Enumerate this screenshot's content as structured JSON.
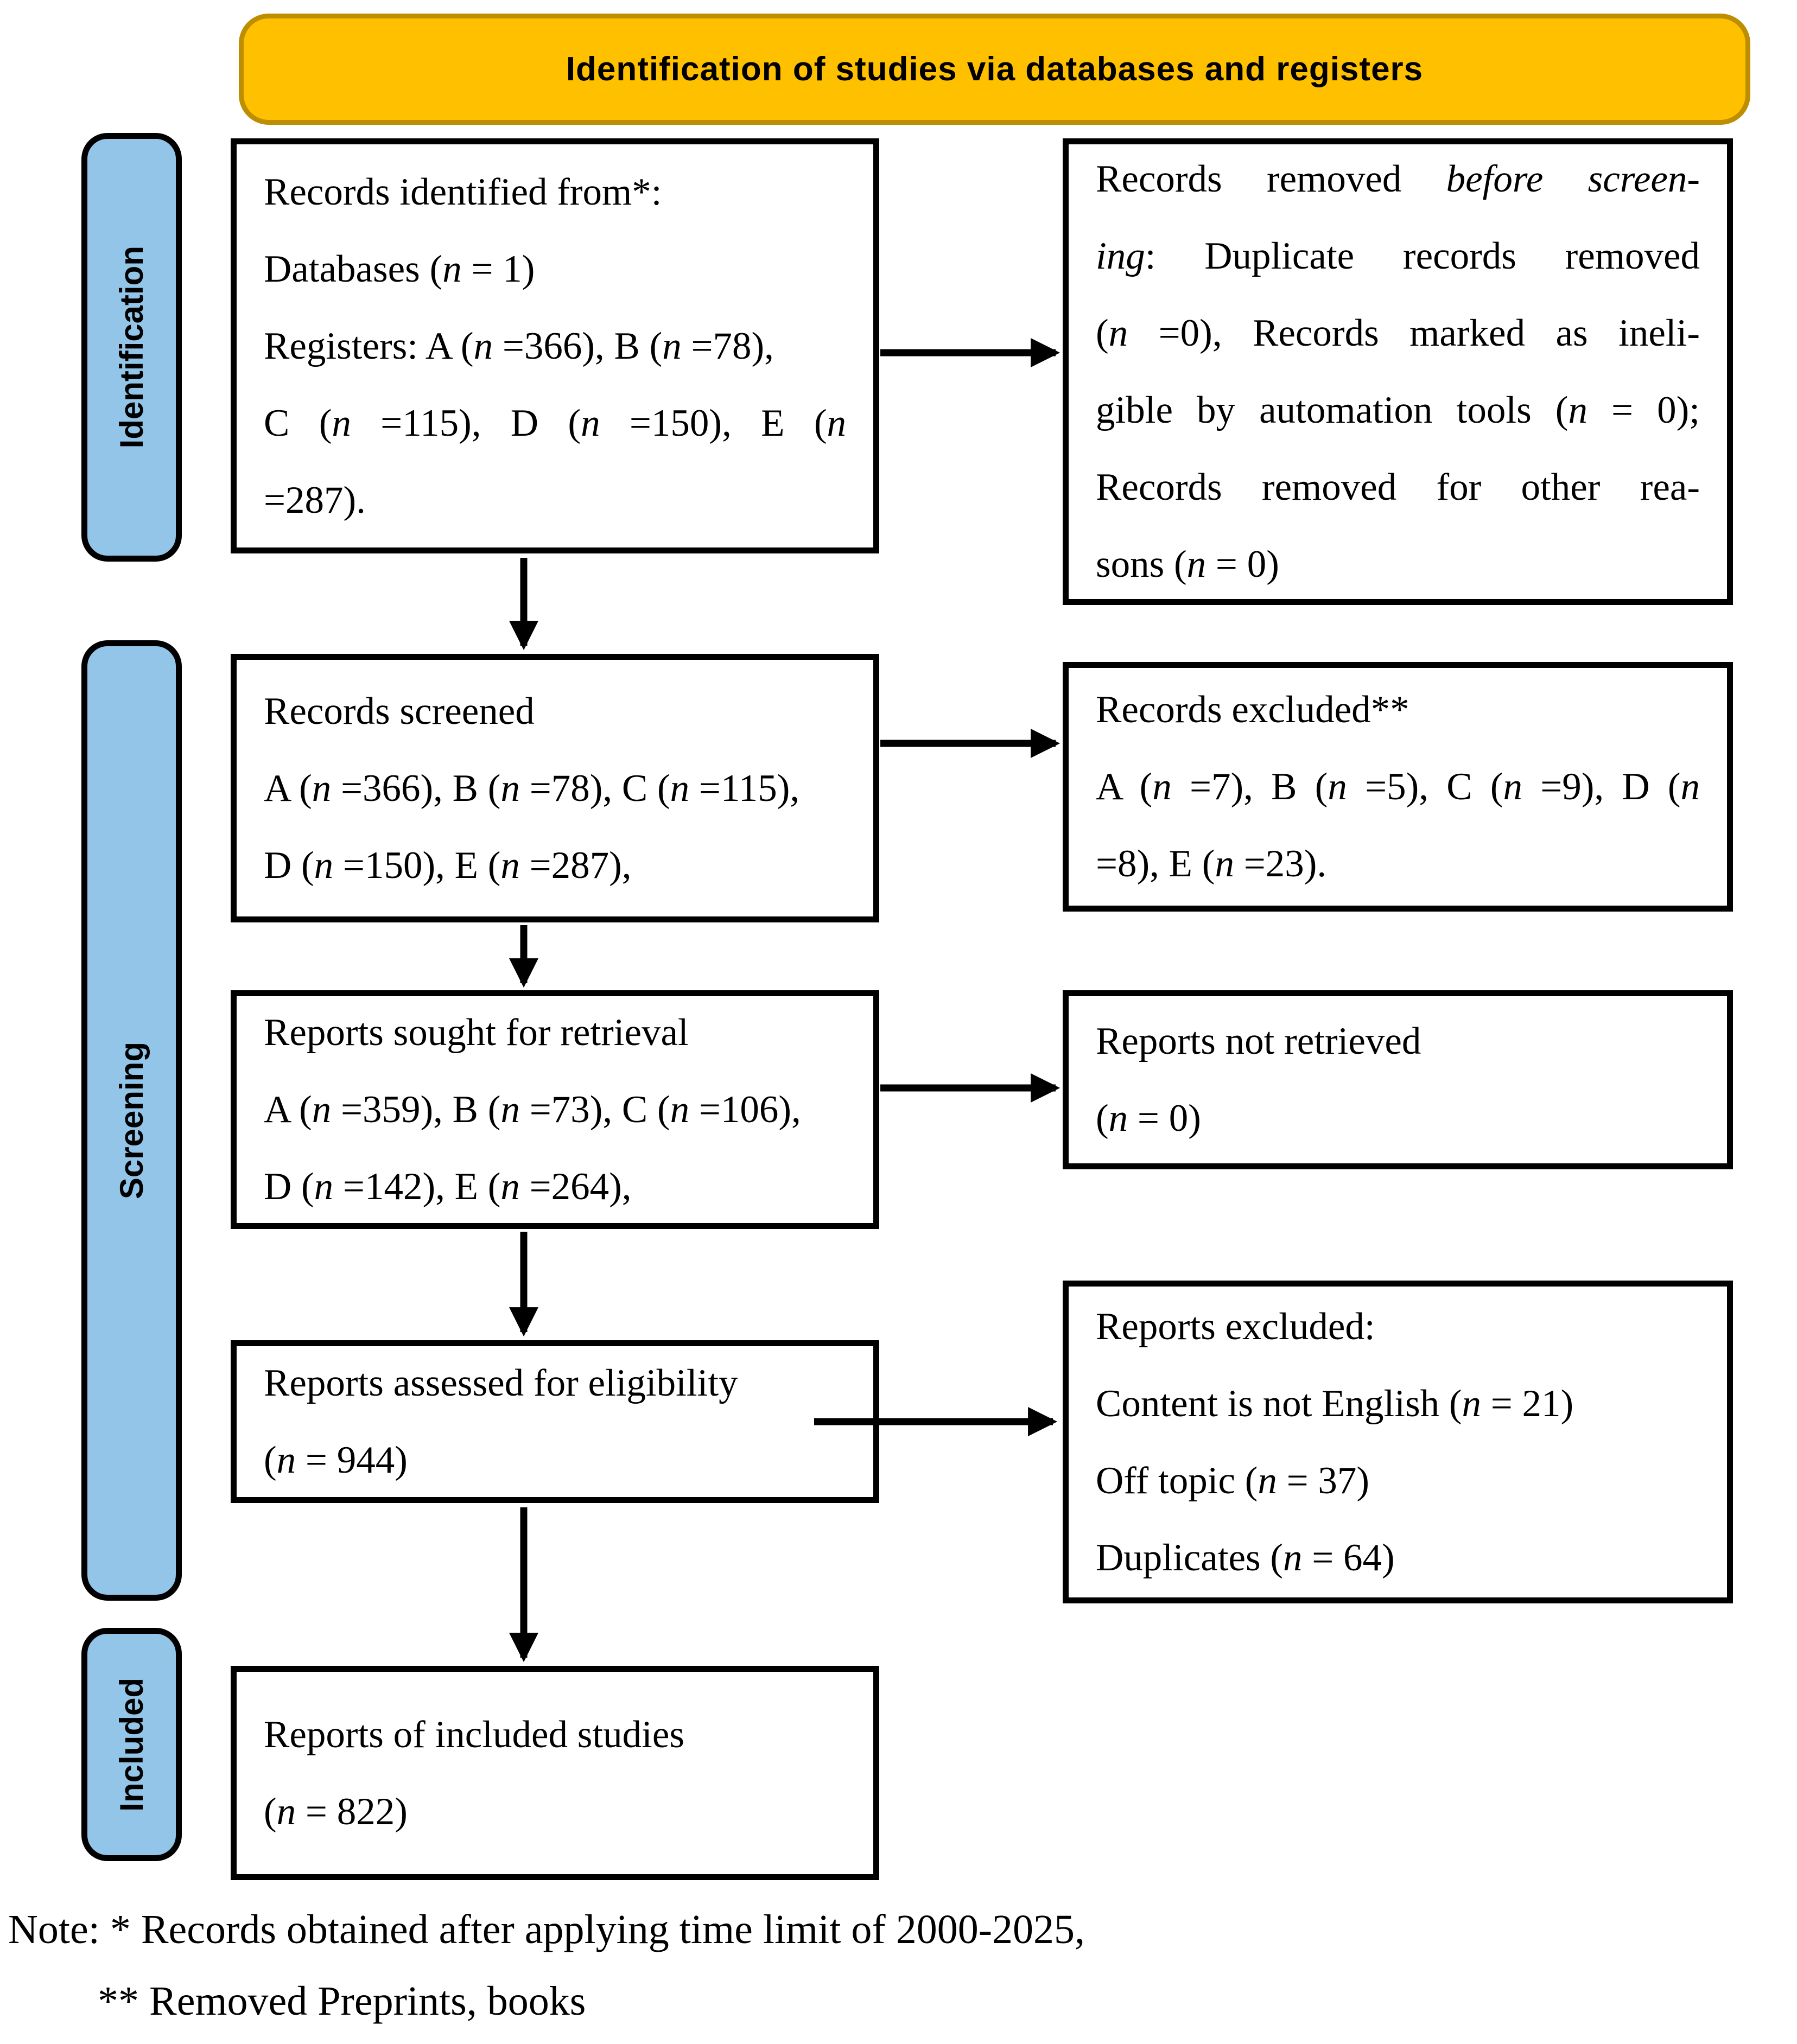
{
  "header": {
    "title": "Identification of studies via databases and registers"
  },
  "sidebar": {
    "stages": [
      {
        "label": "Identification"
      },
      {
        "label": "Screening"
      },
      {
        "label": "Included"
      }
    ]
  },
  "colors": {
    "header_fill": "#FFC000",
    "header_border": "#BD8E00",
    "stage_fill": "#92C5E8",
    "box_border": "#000000",
    "arrow": "#000000"
  },
  "boxes": {
    "identified": {
      "lines": [
        [
          "Records identified from*:"
        ],
        [
          "Databases (",
          {
            "i": "n"
          },
          " = 1)"
        ],
        [
          "Registers: A (",
          {
            "i": "n"
          },
          " =366), B (",
          {
            "i": "n"
          },
          " =78),"
        ],
        [
          "C (",
          {
            "i": "n"
          },
          " =115), D (",
          {
            "i": "n"
          },
          " =150), E (",
          {
            "i": "n"
          }
        ],
        [
          "=287)."
        ]
      ]
    },
    "removed": {
      "lines": [
        [
          "Records removed ",
          {
            "i": "before screen-"
          }
        ],
        [
          {
            "i": "ing"
          },
          ": Duplicate records removed"
        ],
        [
          "(",
          {
            "i": "n"
          },
          " =0), Records marked as ineli-"
        ],
        [
          "gible by automation tools (",
          {
            "i": "n"
          },
          " = 0);"
        ],
        [
          "Records removed for other rea-"
        ],
        [
          "sons (",
          {
            "i": "n"
          },
          " = 0)"
        ]
      ]
    },
    "screened": {
      "lines": [
        [
          "Records screened"
        ],
        [
          "A (",
          {
            "i": "n"
          },
          " =366), B (",
          {
            "i": "n"
          },
          " =78), C (",
          {
            "i": "n"
          },
          " =115),"
        ],
        [
          "D (",
          {
            "i": "n"
          },
          " =150), E (",
          {
            "i": "n"
          },
          " =287),"
        ]
      ]
    },
    "records_excluded": {
      "lines": [
        [
          "Records excluded**"
        ],
        [
          "A (",
          {
            "i": "n"
          },
          " =7), B (",
          {
            "i": "n"
          },
          " =5), C (",
          {
            "i": "n"
          },
          " =9), D (",
          {
            "i": "n"
          }
        ],
        [
          "=8), E (",
          {
            "i": "n"
          },
          " =23)."
        ]
      ]
    },
    "sought": {
      "lines": [
        [
          "Reports sought for retrieval"
        ],
        [
          "A (",
          {
            "i": "n"
          },
          " =359), B (",
          {
            "i": "n"
          },
          " =73), C (",
          {
            "i": "n"
          },
          " =106),"
        ],
        [
          "D (",
          {
            "i": "n"
          },
          " =142), E (",
          {
            "i": "n"
          },
          " =264),"
        ]
      ]
    },
    "not_retrieved": {
      "lines": [
        [
          "Reports not retrieved"
        ],
        [
          "(",
          {
            "i": "n"
          },
          " = 0)"
        ]
      ]
    },
    "assessed": {
      "lines": [
        [
          "Reports assessed for eligibility"
        ],
        [
          "(",
          {
            "i": "n"
          },
          " = 944)"
        ]
      ]
    },
    "reports_excluded": {
      "lines": [
        [
          "Reports excluded:"
        ],
        [
          "Content is not English (",
          {
            "i": "n"
          },
          " = 21)"
        ],
        [
          "Off topic (",
          {
            "i": "n"
          },
          " = 37)"
        ],
        [
          "Duplicates (",
          {
            "i": "n"
          },
          " = 64)"
        ]
      ]
    },
    "included": {
      "lines": [
        [
          "Reports of included studies"
        ],
        [
          "(",
          {
            "i": "n"
          },
          " = 822)"
        ]
      ]
    }
  },
  "note": {
    "lines": [
      [
        "Note: * Records obtained after applying time limit of 2000-2025,"
      ],
      [
        "** Removed Preprints, books"
      ]
    ]
  }
}
